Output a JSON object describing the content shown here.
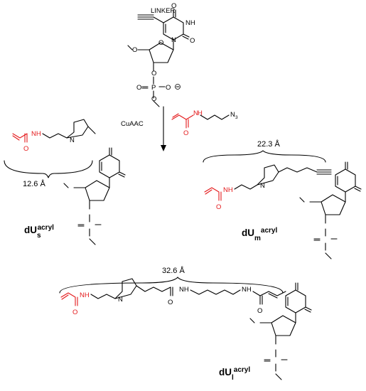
{
  "reaction": {
    "condition": "CuAAC",
    "reagent_atoms": {
      "n": "N",
      "h": "H",
      "o": "O",
      "azide": "N",
      "azide_sub": "3"
    }
  },
  "top_nucleotide": {
    "linker_label": "LINKER",
    "atoms": {
      "O1": "O",
      "NH": "NH",
      "O2": "O",
      "N": "N",
      "O5": "O",
      "Oring": "O",
      "O3": "O",
      "P": "P",
      "OdP": "O",
      "OmP": "O",
      "minus": "−"
    }
  },
  "dUs": {
    "name": "dU",
    "sub": "s",
    "sup": "acryl",
    "distance": "12.6 Å",
    "atoms": {
      "O": "O",
      "NH": "NH",
      "N": "N"
    }
  },
  "dUm": {
    "name": "dU",
    "sub": "m",
    "sup": "acryl",
    "distance": "22.3 Å"
  },
  "dUl": {
    "name": "dU",
    "sub": "l",
    "sup": "acryl",
    "distance": "32.6 Å"
  },
  "colors": {
    "acrylamide": "#e41a1c",
    "bonds": "#000000"
  }
}
